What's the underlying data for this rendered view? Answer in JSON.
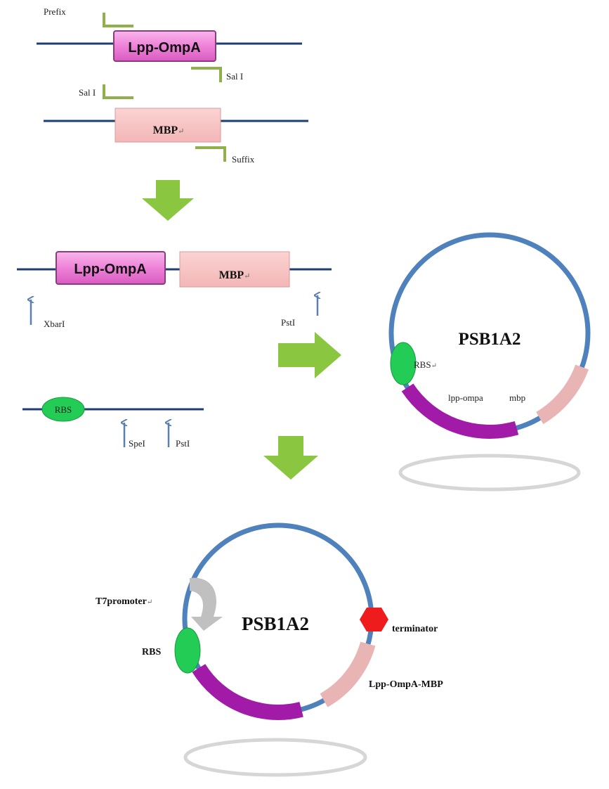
{
  "colors": {
    "dna_line": "#1f3f73",
    "plasmid": "#4f81bd",
    "primer": "#8fb04a",
    "arrow_big": "#8ac640",
    "site_arrow": "#5a80b0",
    "lpp_box": "#ee82d8",
    "lpp_box_border": "#8a3c7e",
    "mbp_box": "#f5bdbd",
    "rbs": "#22cc55",
    "purple_segment": "#a21aa8",
    "pink_segment": "#e8b4b4",
    "terminator": "#ee1c1c",
    "shadow_ring": "#d6d6d6",
    "promoter": "#c0c0c0"
  },
  "step1": {
    "prefix_label": "Prefix",
    "lpp_label": "Lpp-OmpA",
    "sal_right_label": "Sal I",
    "sal_left_label": "Sal I",
    "mbp_label": "MBP",
    "mbp_mark": "↵",
    "suffix_label": "Suffix"
  },
  "step2": {
    "lpp_label": "Lpp-OmpA",
    "mbp_label": "MBP",
    "mbp_mark": "↵",
    "xbai_label": "XbarI",
    "psti_label": "PstI"
  },
  "step3": {
    "rbs_label": "RBS",
    "spei_label": "SpeI",
    "psti_label": "PstI"
  },
  "plasmid1": {
    "name": "PSB1A2",
    "rbs_label": "RBS",
    "rbs_mark": "↵",
    "lpp_label": "lpp-ompa",
    "mbp_label": "mbp"
  },
  "plasmid2": {
    "name": "PSB1A2",
    "promoter_label": "T7promoter",
    "promoter_mark": "↵",
    "rbs_label": "RBS",
    "terminator_label": "terminator",
    "insert_label": "Lpp-OmpA-MBP"
  }
}
